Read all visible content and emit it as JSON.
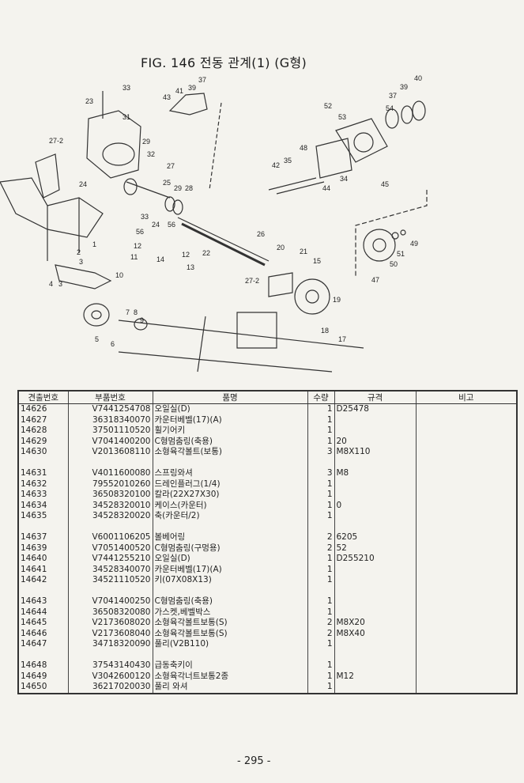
{
  "figure": {
    "title": "FIG. 146 전동 관계(1) (G형)",
    "callouts": [
      "37",
      "33",
      "43",
      "41",
      "39",
      "23",
      "31",
      "29",
      "32",
      "27",
      "27-2",
      "24",
      "25",
      "29",
      "28",
      "33",
      "24",
      "56",
      "56",
      "12",
      "11",
      "14",
      "12",
      "13",
      "22",
      "26",
      "20",
      "21",
      "15",
      "27-2",
      "19",
      "18",
      "17",
      "1",
      "2",
      "3",
      "4",
      "3",
      "10",
      "5",
      "6",
      "7",
      "8",
      "9",
      "52",
      "53",
      "54",
      "37",
      "39",
      "40",
      "48",
      "35",
      "42",
      "44",
      "34",
      "45",
      "47",
      "50",
      "51",
      "49"
    ]
  },
  "table": {
    "headers": [
      "견출번호",
      "부품번호",
      "품명",
      "수량",
      "규격",
      "비고"
    ],
    "rows": [
      [
        "14626",
        "V7441254708",
        "오일실(D)",
        "1",
        "D25478",
        ""
      ],
      [
        "14627",
        "36318340070",
        "카운터베벨(17)(A)",
        "1",
        "",
        ""
      ],
      [
        "14628",
        "37501110520",
        "휠기어키",
        "1",
        "",
        ""
      ],
      [
        "14629",
        "V7041400200",
        "C형멈춤링(축용)",
        "1",
        "20",
        ""
      ],
      [
        "14630",
        "V2013608110",
        "소형육각볼트(보통)",
        "3",
        "M8X110",
        ""
      ],
      [
        "",
        "",
        "",
        "",
        "",
        ""
      ],
      [
        "14631",
        "V4011600080",
        "스프링와셔",
        "3",
        "M8",
        ""
      ],
      [
        "14632",
        "79552010260",
        "드레인플러그(1/4)",
        "1",
        "",
        ""
      ],
      [
        "14633",
        "36508320100",
        "칼라(22X27X30)",
        "1",
        "",
        ""
      ],
      [
        "14634",
        "34528320010",
        "케이스(카운터)",
        "1",
        "0",
        ""
      ],
      [
        "14635",
        "34528320020",
        "축(카운터/2)",
        "1",
        "",
        ""
      ],
      [
        "",
        "",
        "",
        "",
        "",
        ""
      ],
      [
        "14637",
        "V6001106205",
        "볼베어링",
        "2",
        "6205",
        ""
      ],
      [
        "14639",
        "V7051400520",
        "C형멈춤링(구멍용)",
        "2",
        "52",
        ""
      ],
      [
        "14640",
        "V7441255210",
        "오일실(D)",
        "1",
        "D255210",
        ""
      ],
      [
        "14641",
        "34528340070",
        "카운터베벨(17)(A)",
        "1",
        "",
        ""
      ],
      [
        "14642",
        "34521110520",
        "키(07X08X13)",
        "1",
        "",
        ""
      ],
      [
        "",
        "",
        "",
        "",
        "",
        ""
      ],
      [
        "14643",
        "V7041400250",
        "C형멈춤링(축용)",
        "1",
        "",
        ""
      ],
      [
        "14644",
        "36508320080",
        "가스켓,베벨박스",
        "1",
        "",
        ""
      ],
      [
        "14645",
        "V2173608020",
        "소형육각볼트보통(S)",
        "2",
        "M8X20",
        ""
      ],
      [
        "14646",
        "V2173608040",
        "소형육각볼트보통(S)",
        "2",
        "M8X40",
        ""
      ],
      [
        "14647",
        "34718320090",
        "풀리(V2B110)",
        "1",
        "",
        ""
      ],
      [
        "",
        "",
        "",
        "",
        "",
        ""
      ],
      [
        "14648",
        "37543140430",
        "급동축키이",
        "1",
        "",
        ""
      ],
      [
        "14649",
        "V3042600120",
        "소형육각너트보통2종",
        "1",
        "M12",
        ""
      ],
      [
        "14650",
        "36217020030",
        "풀리 와셔",
        "1",
        "",
        ""
      ]
    ]
  },
  "page_number": "- 295 -"
}
